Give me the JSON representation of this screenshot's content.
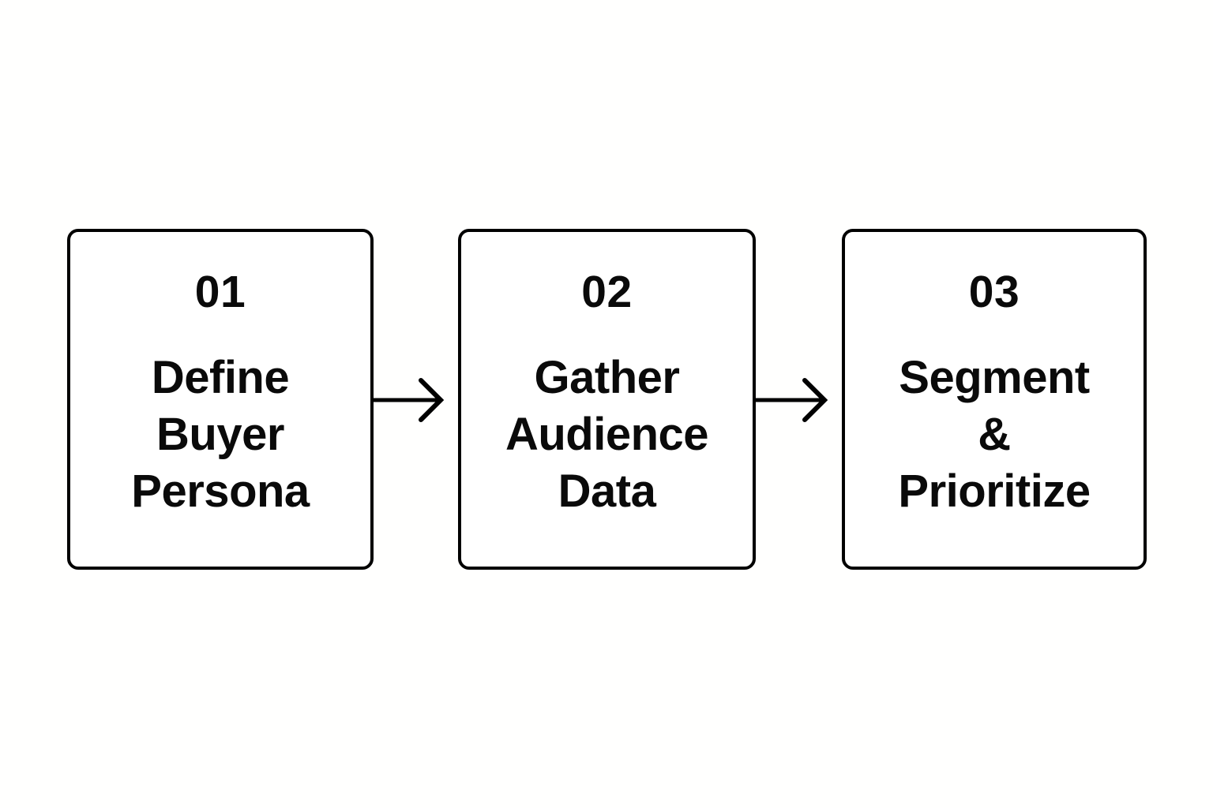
{
  "diagram": {
    "type": "horizontal-process-flow",
    "background_color": "#fffffe",
    "stroke_color": "#000000",
    "text_color": "#0a0a0a",
    "steps": [
      {
        "number": "01",
        "label": "Define\nBuyer\nPersona",
        "label_lines": [
          "Define",
          "Buyer",
          "Persona"
        ]
      },
      {
        "number": "02",
        "label": "Gather\nAudience\nData",
        "label_lines": [
          "Gather",
          "Audience",
          "Data"
        ]
      },
      {
        "number": "03",
        "label": "Segment\n&\nPrioritize",
        "label_lines": [
          "Segment",
          "&",
          "Prioritize"
        ]
      }
    ],
    "connectors": [
      {
        "from": "01",
        "to": "02",
        "style": "open-arrow-right"
      },
      {
        "from": "02",
        "to": "03",
        "style": "open-arrow-right"
      }
    ]
  }
}
